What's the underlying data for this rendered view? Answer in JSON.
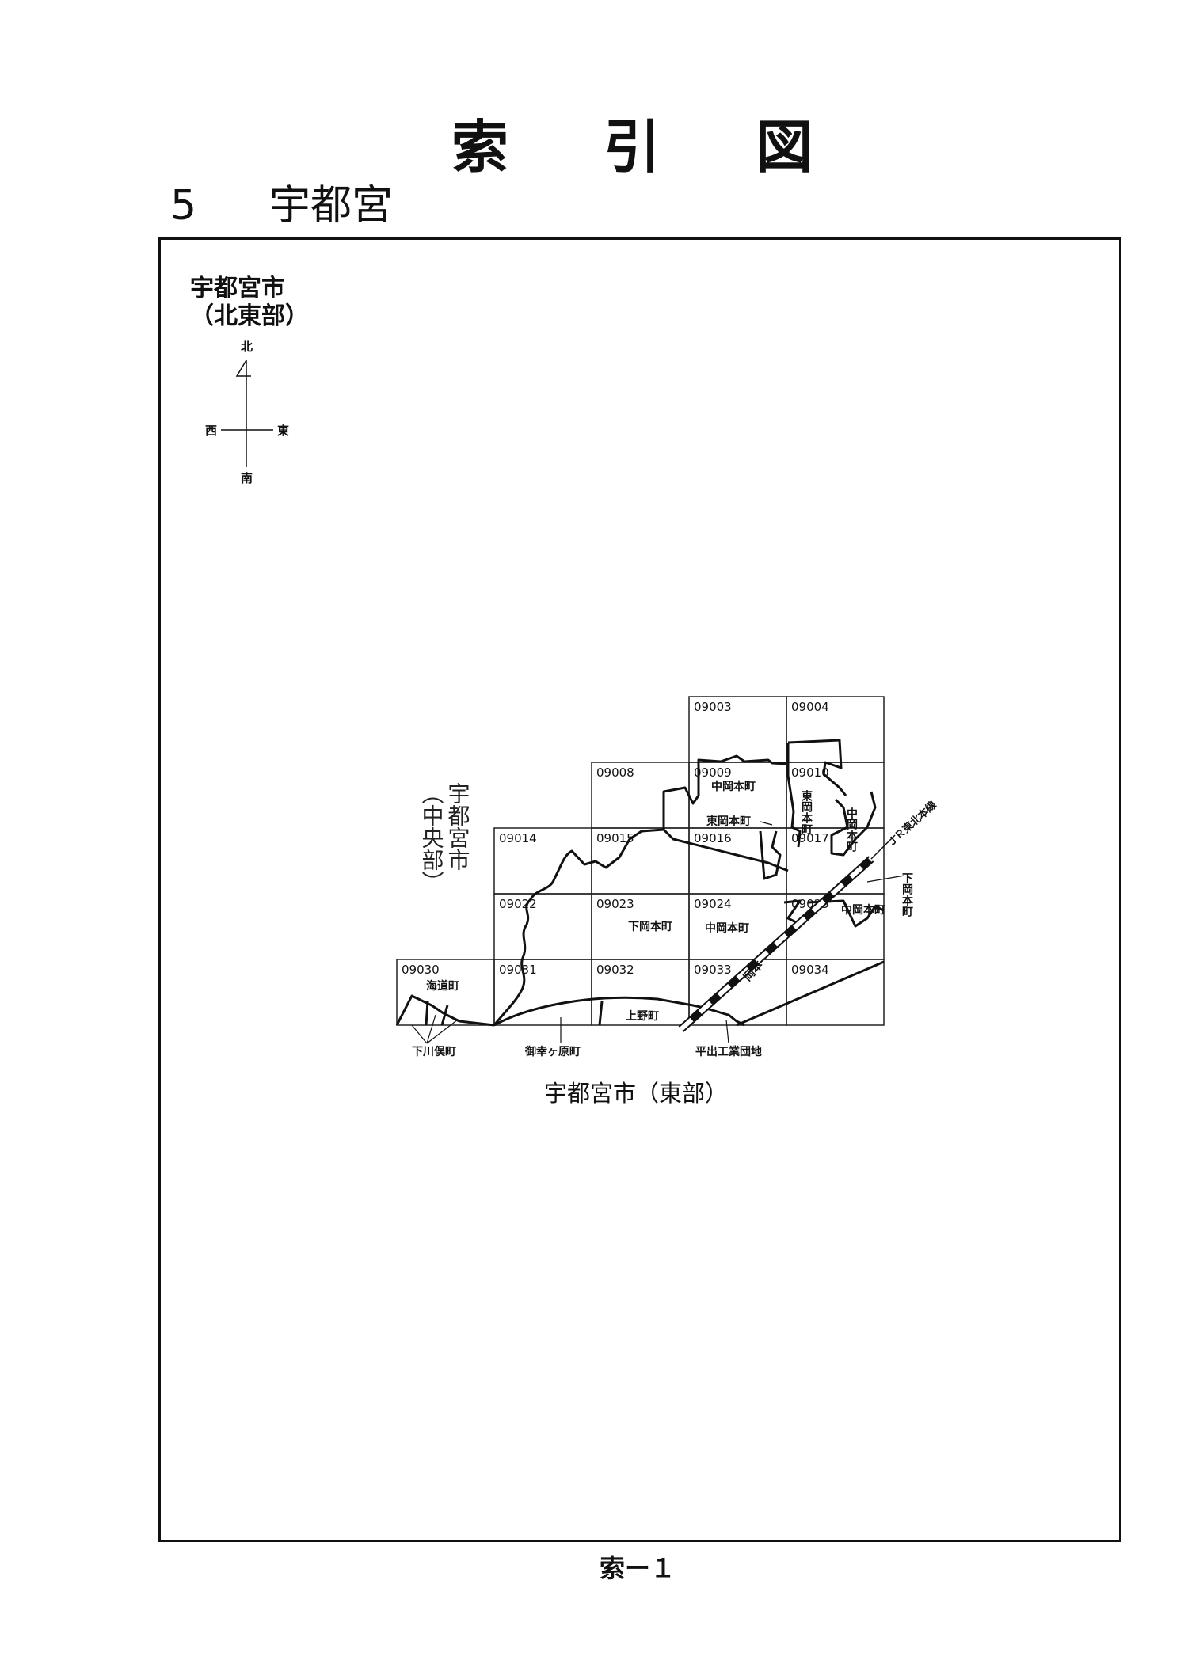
{
  "header": {
    "title": "索引図",
    "section_number": "5",
    "section_name": "宇都宮"
  },
  "map": {
    "region_title_line1": "宇都宮市",
    "region_title_line2": "（北東部）",
    "compass": {
      "north": "北",
      "south": "南",
      "east": "東",
      "west": "西"
    },
    "side_region_line1": "宇都宮市",
    "side_region_line2": "（中央部）",
    "bottom_region": "宇都宮市（東部）",
    "tiles": {
      "t09003": "09003",
      "t09004": "09004",
      "t09008": "09008",
      "t09009": "09009",
      "t09010": "09010",
      "t09014": "09014",
      "t09015": "09015",
      "t09016": "09016",
      "t09017": "09017",
      "t09022": "09022",
      "t09023": "09023",
      "t09024": "09024",
      "t09025": "09025",
      "t09030": "09030",
      "t09031": "09031",
      "t09032": "09032",
      "t09033": "09033",
      "t09034": "09034"
    },
    "places": {
      "nakaoka_1": "中岡本町",
      "higashioka_v": "東岡本町",
      "nakaoka_v": "中岡本町",
      "higashioka_h": "東岡本町",
      "jr_line": "ＪＲ東北本線",
      "shimooka_v": "下岡本町",
      "shimooka_h": "下岡本町",
      "nakaoka_2": "中岡本町",
      "kaido": "海道町",
      "okamoto": "岡本",
      "ueno": "上野町",
      "shimokawamata": "下川俣町",
      "misachigahara": "御幸ヶ原町",
      "hiraide": "平出工業団地"
    }
  },
  "footer": {
    "page": "索ー１"
  }
}
